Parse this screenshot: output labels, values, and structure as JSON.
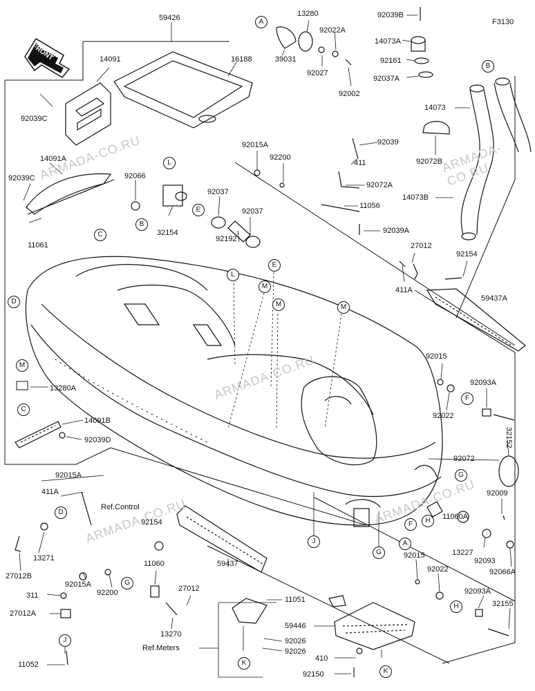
{
  "figure_code": "F3130",
  "front_label": "FRONT",
  "watermark": "ARMADA-CO.RU",
  "parts": {
    "p59426": "59426",
    "p14091": "14091",
    "p16188": "16188",
    "p92039C_a": "92039C",
    "p14091A": "14091A",
    "p92039C_b": "92039C",
    "p11061": "11061",
    "p92066": "92066",
    "p32154": "32154",
    "p92037_a": "92037",
    "p92037_b": "92037",
    "p92192": "92192",
    "p39031": "39031",
    "p13280": "13280",
    "p92022A": "92022A",
    "p92027": "92027",
    "p92002": "92002",
    "p92039B": "92039B",
    "p14073A": "14073A",
    "p92161": "92161",
    "p92037A": "92037A",
    "p14073": "14073",
    "p92072B": "92072B",
    "p14073B": "14073B",
    "p92015A_a": "92015A",
    "p92200_a": "92200",
    "p92039": "92039",
    "p411_a": "411",
    "p92072A": "92072A",
    "p11056": "11056",
    "p92039A": "92039A",
    "p27012_a": "27012",
    "p411A_a": "411A",
    "p92154_a": "92154",
    "p59437A": "59437A",
    "p13280A": "13280A",
    "p14091B": "14091B",
    "p92039D": "92039D",
    "p92015_a": "92015",
    "p92022_a": "92022",
    "p92093A_a": "92093A",
    "p32152": "32152",
    "p92072": "92072",
    "p92015A_b": "92015A",
    "p411A_b": "411A",
    "ref_control": "Ref.Control",
    "p92154_b": "92154",
    "p13271": "13271",
    "p27012B": "27012B",
    "p92015A_c": "92015A",
    "p92200_b": "92200",
    "p11060": "11060",
    "p27012_b": "27012",
    "p13270": "13270",
    "p59437": "59437",
    "p311": "311",
    "p27012A": "27012A",
    "p11052": "11052",
    "p92009": "92009",
    "p11060A": "11060A",
    "p13227": "13227",
    "p92093": "92093",
    "p92066A": "92066A",
    "p92015_b": "92015",
    "p92022_b": "92022",
    "p92093A_b": "92093A",
    "p32155": "32155",
    "p11051": "11051",
    "p92026_a": "92026",
    "p92026_b": "92026",
    "ref_meters": "Ref.Meters",
    "p59446": "59446",
    "p410": "410",
    "p92150": "92150"
  },
  "callouts": {
    "A1": "A",
    "A2": "A",
    "B1": "B",
    "B2": "B",
    "C1": "C",
    "C2": "C",
    "D1": "D",
    "D2": "D",
    "E1": "E",
    "E2": "E",
    "F1": "F",
    "F2": "F",
    "G1": "G",
    "G2": "G",
    "G3": "G",
    "H1": "H",
    "H2": "H",
    "J1": "J",
    "J2": "J",
    "K1": "K",
    "K2": "K",
    "L1": "L",
    "L2": "L",
    "M1": "M",
    "M2": "M",
    "M3": "M",
    "M4": "M"
  }
}
